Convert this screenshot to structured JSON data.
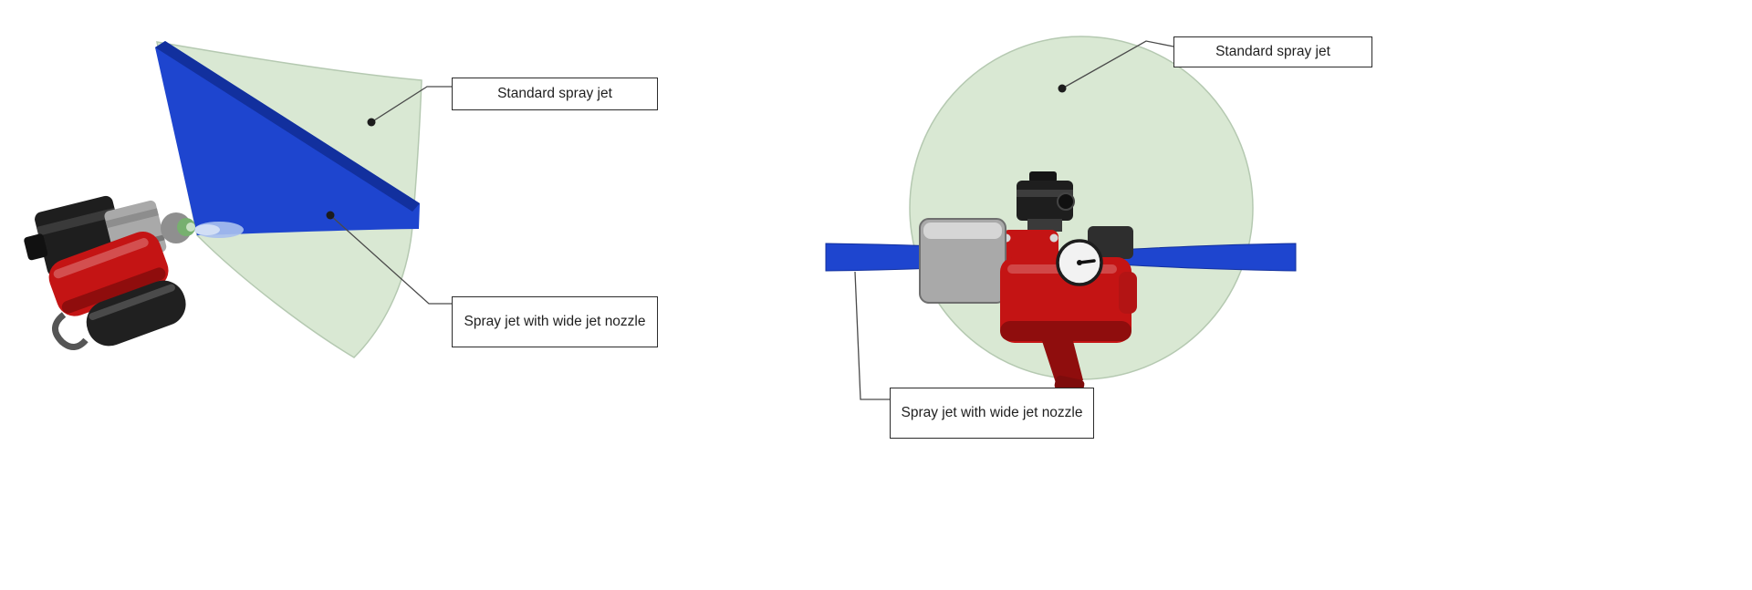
{
  "views": {
    "side": {
      "callouts": {
        "standard": {
          "label": "Standard spray jet"
        },
        "wide": {
          "label": "Spray jet with wide jet nozzle"
        }
      }
    },
    "front": {
      "callouts": {
        "standard": {
          "label": "Standard spray jet"
        },
        "wide": {
          "label": "Spray jet with wide jet nozzle"
        }
      }
    }
  },
  "colors": {
    "standard_jet_fill": "#d9e8d3",
    "standard_jet_edge": "#b5c9b1",
    "wide_jet_fill": "#1e45cf",
    "wide_jet_edge": "#12309e",
    "wide_jet_mist": "#a8c0ee",
    "device_red": "#c41414",
    "device_red_dark": "#8f0d0d",
    "device_black": "#1e1e1e",
    "device_gray": "#a9a9a9",
    "device_tip_green": "#77b06f",
    "leader_line": "#4a4a4a",
    "marker_dot": "#1c1c1c"
  }
}
